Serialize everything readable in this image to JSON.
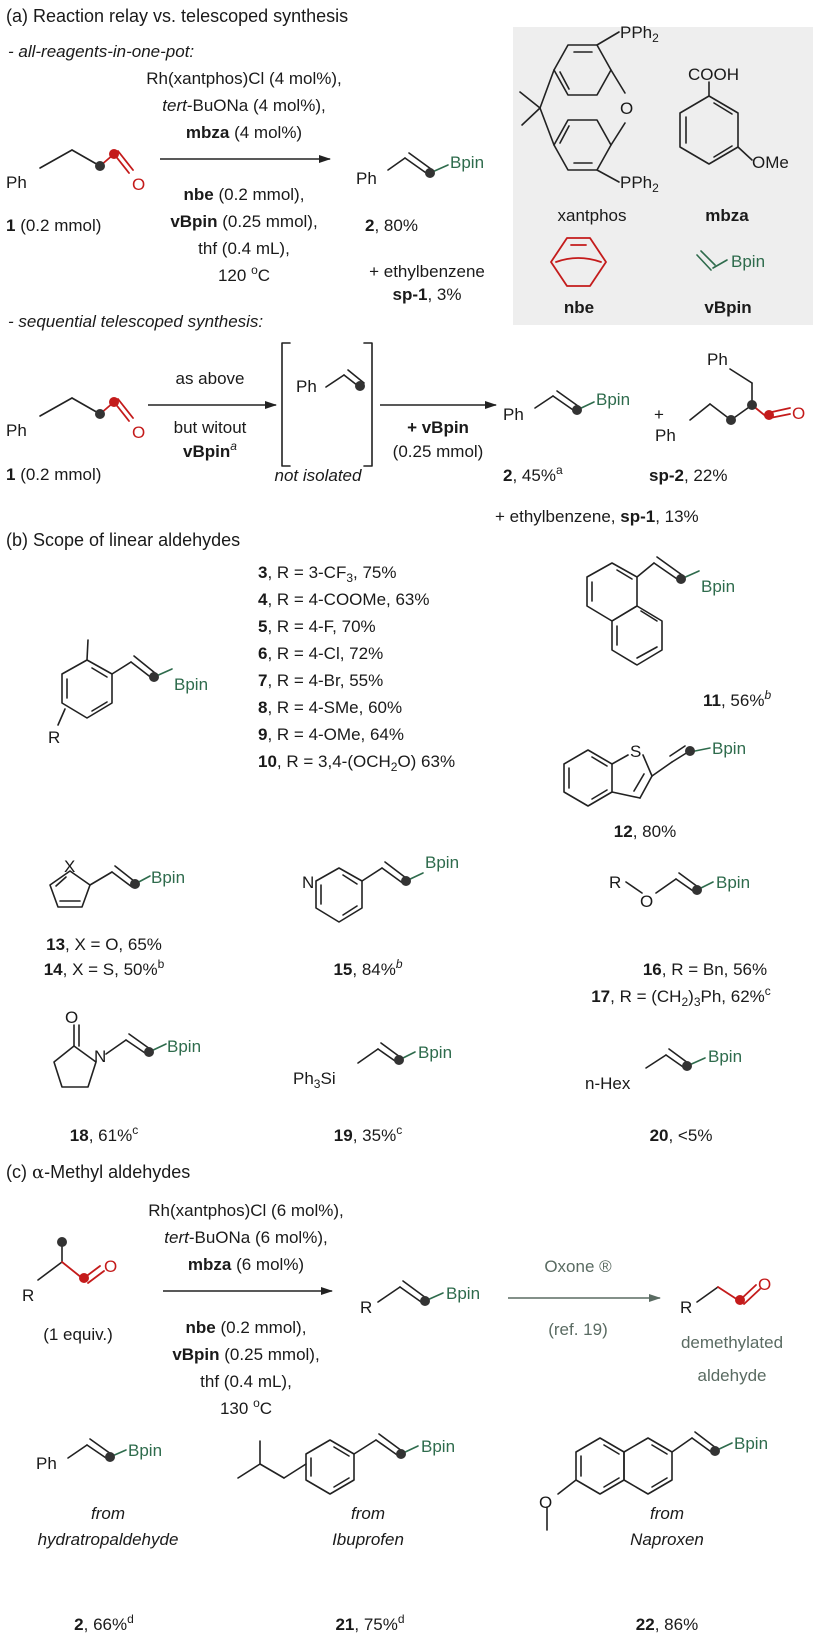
{
  "sections": {
    "a": "(a) Reaction relay vs. telescoped synthesis",
    "b": "(b) Scope of linear aldehydes",
    "c_prefix": "(c) ",
    "c_alpha": "α",
    "c_rest": "-Methyl aldehydes"
  },
  "common": {
    "Ph": "Ph",
    "Bpin": "Bpin",
    "O": "O",
    "sup_a": "a",
    "sup_b": "b",
    "sup_c": "c",
    "sup_d": "d",
    "sup_o": "o",
    "C": "C"
  },
  "part_a": {
    "one_pot_label": "- all-reagents-in-one-pot:",
    "telescoped_label": "- sequential telescoped synthesis:",
    "cat_line1": "Rh(xantphos)Cl (4 mol%),",
    "cat_line2_it": "tert",
    "cat_line2_rest": "-BuONa (4 mol%),",
    "cat_line3_b": "mbza",
    "cat_line3_rest": " (4 mol%)",
    "cond_line1_b": "nbe",
    "cond_line1_rest": " (0.2 mmol),",
    "cond_line2_b": "vBpin",
    "cond_line2_rest": " (0.25 mmol),",
    "cond_line3": "thf (0.4 mL),",
    "cond_line4": "120 ",
    "sm_num": "1",
    "sm_amt": " (0.2 mmol)",
    "p2_num": "2",
    "p2_yield": ", 80%",
    "plus_ethylbenzene": "+ ethylbenzene",
    "sp1_num": "sp-1",
    "sp1_yield": ", 3%",
    "as_above": "as above",
    "but_without": "but witout",
    "vbpin_b": "vBpin",
    "not_isolated": "not isolated",
    "plus_vbpin": "+ vBpin",
    "vbpin_amt": "(0.25 mmol)",
    "p2b_yield": ", 45%",
    "plus": "+",
    "sp2_num": "sp-2",
    "sp2_yield": ", 22%",
    "sp1_line": "+ ethylbenzene, ",
    "sp1_line_yield": ", 13%",
    "PPh2": "PPh",
    "sub2": "2",
    "COOH": "COOH",
    "OMe": "OMe",
    "xantphos": "xantphos",
    "mbza": "mbza",
    "nbe": "nbe",
    "vBpin": "vBpin"
  },
  "part_b": {
    "R": "R",
    "list": [
      {
        "num": "3",
        "text": ", R = 3-CF",
        "sub": "3",
        "tail": ", 75%"
      },
      {
        "num": "4",
        "text": ", R = 4-COOMe, 63%",
        "sub": "",
        "tail": ""
      },
      {
        "num": "5",
        "text": ", R = 4-F, 70%",
        "sub": "",
        "tail": ""
      },
      {
        "num": "6",
        "text": ", R = 4-Cl, 72%",
        "sub": "",
        "tail": ""
      },
      {
        "num": "7",
        "text": ", R = 4-Br, 55%",
        "sub": "",
        "tail": ""
      },
      {
        "num": "8",
        "text": ", R = 4-SMe, 60%",
        "sub": "",
        "tail": ""
      },
      {
        "num": "9",
        "text": ", R = 4-OMe, 64%",
        "sub": "",
        "tail": ""
      },
      {
        "num": "10",
        "text": ", R = 3,4-(OCH",
        "sub": "2",
        "tail": "O) 63%"
      }
    ],
    "c11_num": "11",
    "c11_yield": ", 56%",
    "S": "S",
    "c12_num": "12",
    "c12_yield": ", 80%",
    "X": "X",
    "c13_num": "13",
    "c13_yield": ", X = O, 65%",
    "c14_num": "14",
    "c14_yield": ", X = S, 50%",
    "N": "N",
    "c15_num": "15",
    "c15_yield": ", 84%",
    "c16_num": "16",
    "c16_yield": ", R = Bn, 56%",
    "c17_num": "17",
    "c17_text": ", R = (CH",
    "c17_tail": ")",
    "c17_sub3": "3",
    "c17_end": "Ph, 62%",
    "Ph3Si": "Ph",
    "Ph3Si_sub": "3",
    "Ph3Si_end": "Si",
    "nHex": "n-Hex",
    "c18_num": "18",
    "c18_yield": ", 61%",
    "c19_num": "19",
    "c19_yield": ", 35%",
    "c20_num": "20",
    "c20_yield": ", <5%"
  },
  "part_c": {
    "cat_line1": "Rh(xantphos)Cl (6 mol%),",
    "cat_line2_it": "tert",
    "cat_line2_rest": "-BuONa (6 mol%),",
    "cat_line3_b": "mbza",
    "cat_line3_rest": " (6 mol%)",
    "cond_line1_b": "nbe",
    "cond_line1_rest": " (0.2 mmol),",
    "cond_line2_b": "vBpin",
    "cond_line2_rest": " (0.25 mmol),",
    "cond_line3": "thf (0.4 mL),",
    "cond_line4": "130 ",
    "one_equiv": "(1 equiv.)",
    "R": "R",
    "oxone": "Oxone ®",
    "ref": "(ref. 19)",
    "demethylated": "demethylated",
    "aldehyde": "aldehyde",
    "from": "from",
    "src_2": "hydratropaldehyde",
    "src_21": "Ibuprofen",
    "src_22": "Naproxen",
    "p2_num": "2",
    "p2_yield": ", 66%",
    "p21_num": "21",
    "p21_yield": ", 75%",
    "p22_num": "22",
    "p22_yield": ", 86%"
  },
  "colors": {
    "green": "#2e6b4c",
    "red": "#c41b1b",
    "gray_box": "#eeeeee",
    "gray_text": "#5a6b62"
  }
}
